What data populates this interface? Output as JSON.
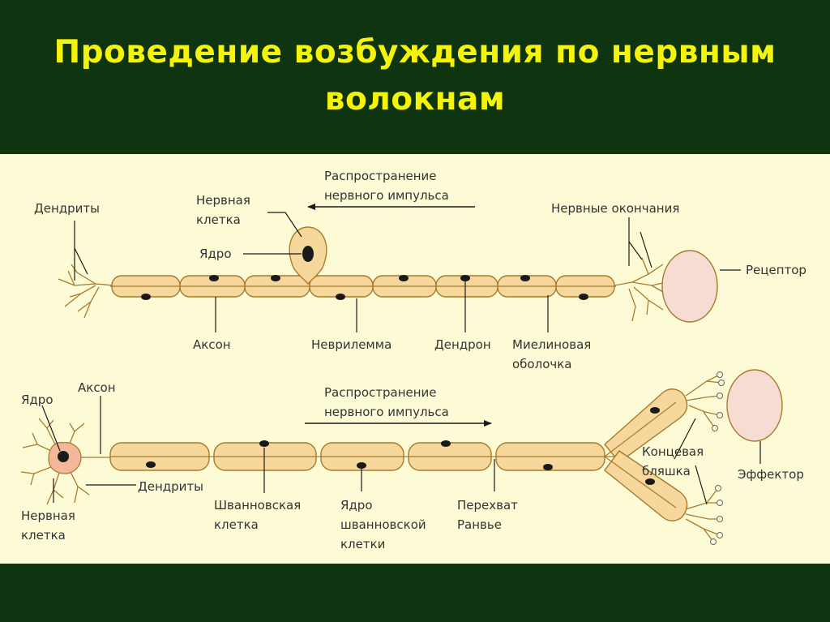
{
  "title": "Проведение возбуждения по нервным волокнам",
  "colors": {
    "background": "#0f3410",
    "title": "#f4f40a",
    "panel": "#fdfbd6",
    "myelin": "#f6d79c",
    "outline": "#a77a2e",
    "receptor": "#f7dcd4"
  },
  "top_diagram": {
    "dendrites": "Дендриты",
    "cell_line1": "Нервная",
    "cell_line2": "клетка",
    "nucleus": "Ядро",
    "propagation_line1": "Распространение",
    "propagation_line2": "нервного импульса",
    "nerve_endings": "Нервные окончания",
    "receptor": "Рецептор",
    "axon": "Аксон",
    "neurilemma": "Неврилемма",
    "dendron": "Дендрон",
    "myelin_line1": "Миелиновая",
    "myelin_line2": "оболочка"
  },
  "bottom_diagram": {
    "nucleus": "Ядро",
    "axon": "Аксон",
    "propagation_line1": "Распространение",
    "propagation_line2": "нервного импульса",
    "end_plate_line1": "Концевая",
    "end_plate_line2": "бляшка",
    "effector": "Эффектор",
    "cell_line1": "Нервная",
    "cell_line2": "клетка",
    "dendrites": "Дендриты",
    "schwann_line1": "Шванновская",
    "schwann_line2": "клетка",
    "schwann_nucleus_line1": "Ядро",
    "schwann_nucleus_line2": "шванновской",
    "schwann_nucleus_line3": "клетки",
    "ranvier_line1": "Перехват",
    "ranvier_line2": "Ранвье"
  }
}
